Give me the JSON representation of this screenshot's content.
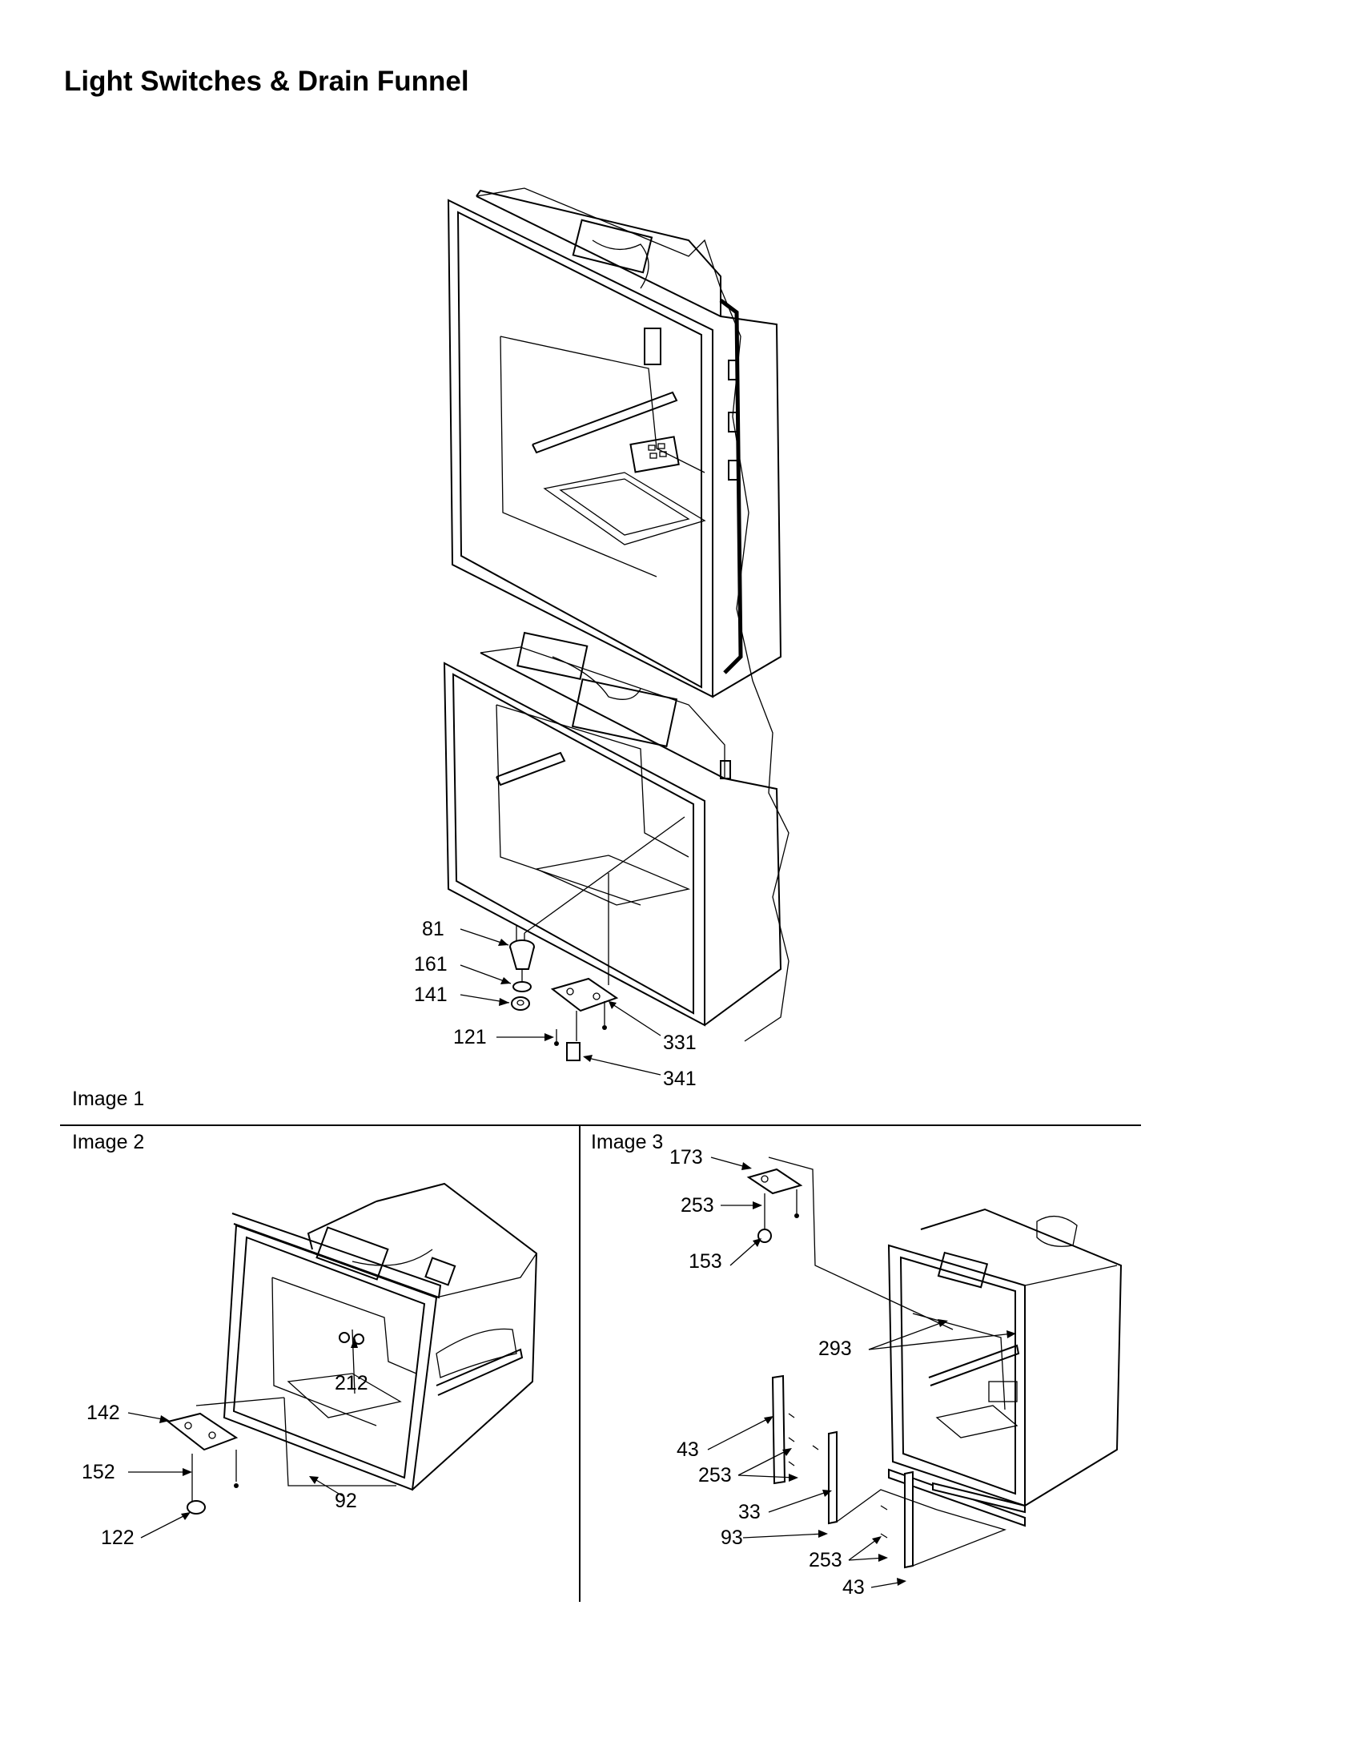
{
  "title": "Light Switches & Drain Funnel",
  "images": {
    "image1_label": "Image 1",
    "image2_label": "Image 2",
    "image3_label": "Image 3"
  },
  "callouts": {
    "image1": [
      "81",
      "161",
      "141",
      "121",
      "331",
      "341"
    ],
    "image2": [
      "142",
      "212",
      "152",
      "92",
      "122"
    ],
    "image3": [
      "173",
      "253",
      "153",
      "293",
      "43",
      "253",
      "33",
      "93",
      "253",
      "43"
    ]
  }
}
